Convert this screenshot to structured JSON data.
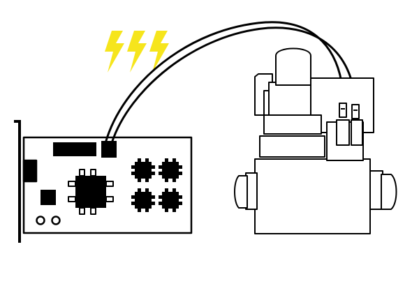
{
  "colors": {
    "background": "#ffffff",
    "outline": "#000000",
    "fill": "#000000",
    "lightning": "#f6e51c"
  },
  "icons": {
    "lightning": "lightning-bolt-icon",
    "circuit_board": "pcb-card-icon",
    "valve": "solenoid-gas-valve-icon",
    "wire": "two-wire-cable-icon"
  },
  "counts": {
    "lightning_bolts": 3,
    "surface_mount_chips": 4,
    "round_holes": 2
  }
}
